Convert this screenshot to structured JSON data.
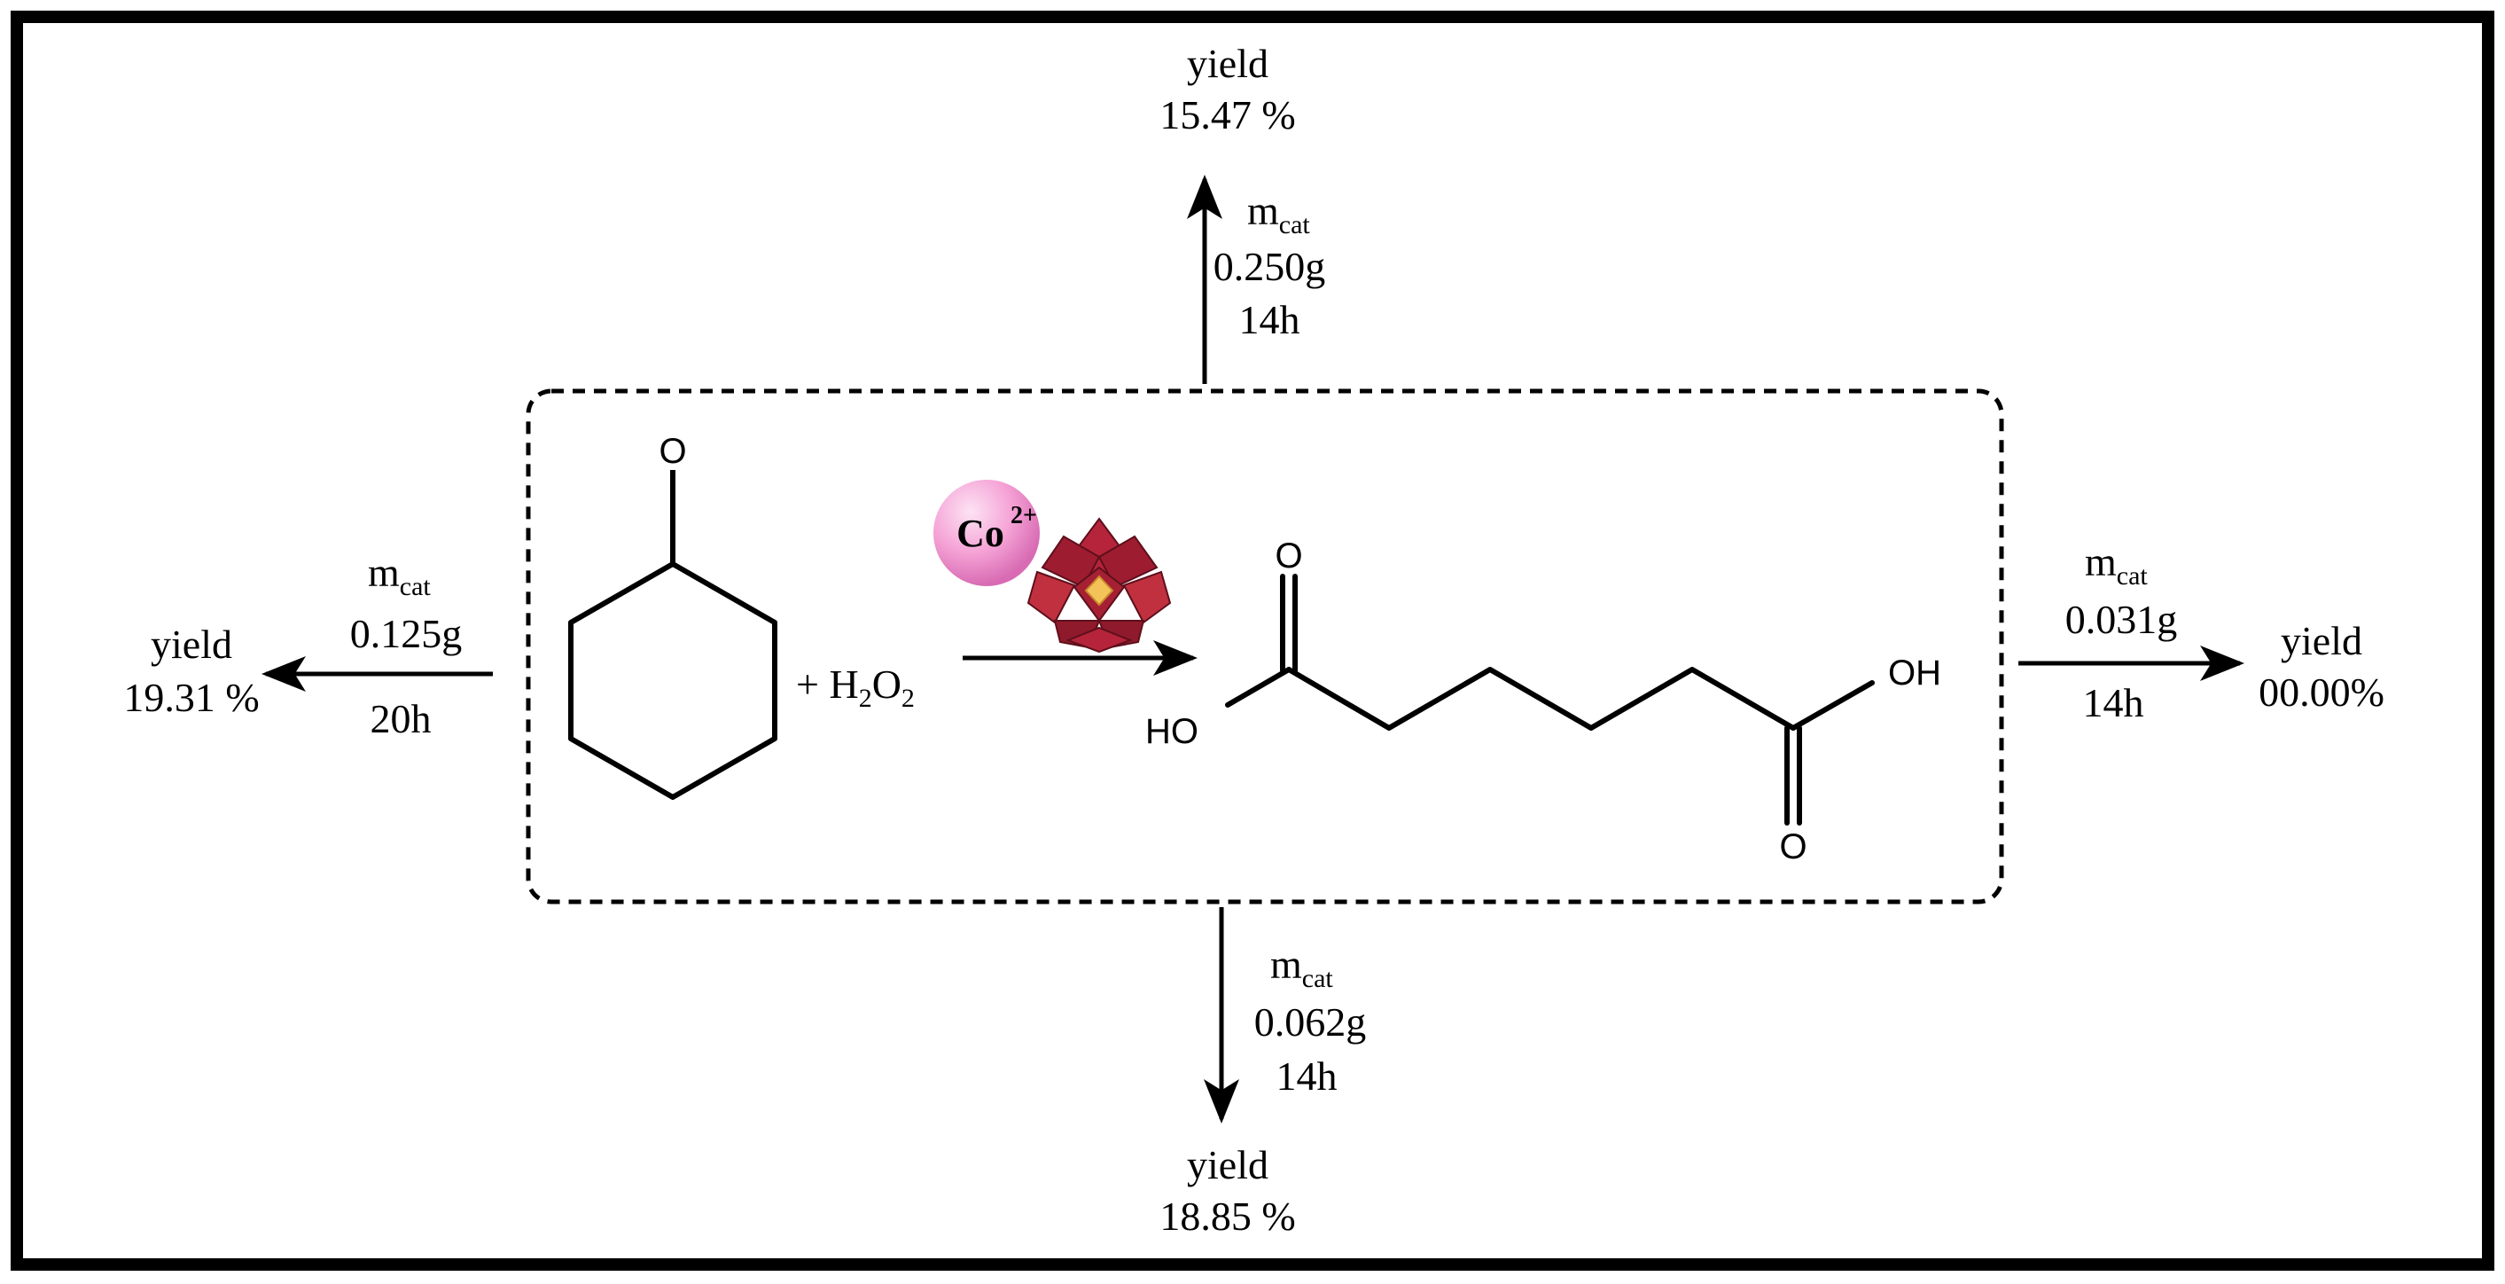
{
  "reaction": {
    "plus_sign": "+",
    "oxidant": {
      "text": "H",
      "sub": "2",
      "text2": "O",
      "sub2": "2"
    },
    "catalyst": {
      "ion": "Co",
      "charge": "2+"
    },
    "atoms": {
      "carbonyl_O": "O",
      "acid_O_left": "O",
      "acid_HO_left": "HO",
      "acid_OH_right": "OH",
      "acid_O_right": "O"
    }
  },
  "branches": {
    "top": {
      "m_main": "m",
      "m_sub": "cat",
      "mass": "0.250g",
      "time": "14h",
      "yield_label": "yield",
      "yield_value": "15.47 %"
    },
    "left": {
      "m_main": "m",
      "m_sub": "cat",
      "mass": "0.125g",
      "time": "20h",
      "yield_label": "yield",
      "yield_value": "19.31 %"
    },
    "right": {
      "m_main": "m",
      "m_sub": "cat",
      "mass": "0.031g",
      "time": "14h",
      "yield_label": "yield",
      "yield_value": "00.00%"
    },
    "bottom": {
      "m_main": "m",
      "m_sub": "cat",
      "mass": "0.062g",
      "time": "14h",
      "yield_label": "yield",
      "yield_value": "18.85 %"
    }
  },
  "colors": {
    "frame": "#000000",
    "catalyst_sphere": "#f5a3d6",
    "polyoxometalate": "#b5243a",
    "polyoxometalate_core": "#f3c35a"
  },
  "icons": {
    "catalyst": "polyoxometalate-cluster-icon",
    "ion": "cobalt-ion-sphere-icon"
  }
}
